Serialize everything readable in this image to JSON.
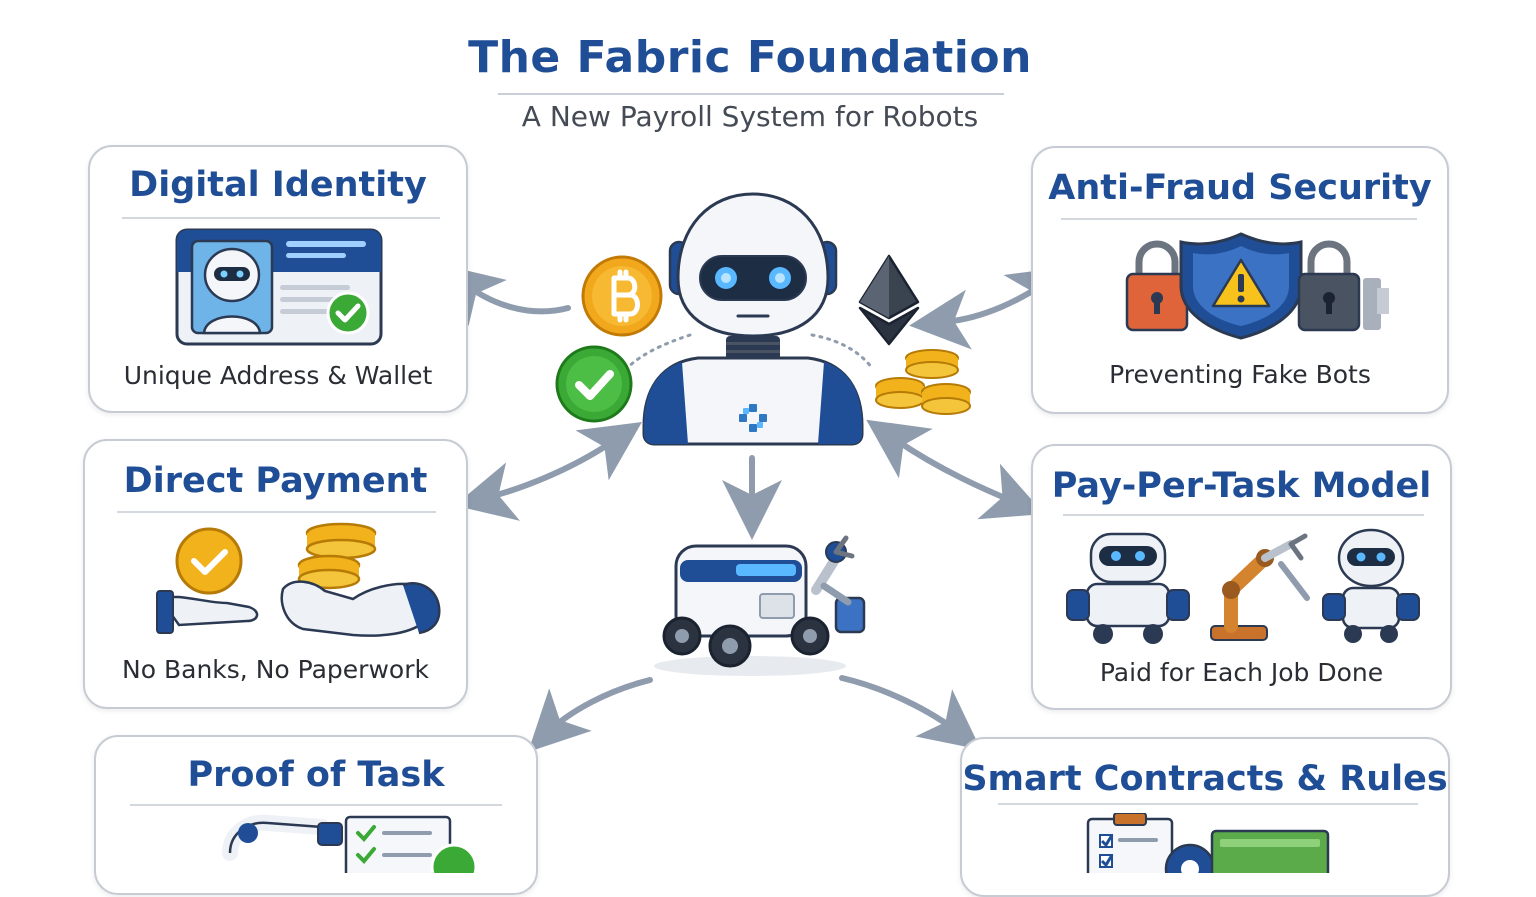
{
  "header": {
    "title": "The Fabric Foundation",
    "subtitle": "A New Payroll System for Robots"
  },
  "cards": [
    {
      "id": "digital-identity",
      "title": "Digital Identity",
      "caption": "Unique Address & Wallet",
      "icon": "robot-id-card-icon"
    },
    {
      "id": "anti-fraud",
      "title": "Anti-Fraud Security",
      "caption": "Preventing Fake Bots",
      "icon": "shield-padlocks-icon"
    },
    {
      "id": "direct-payment",
      "title": "Direct Payment",
      "caption": "No Banks, No Paperwork",
      "icon": "hand-coins-icon"
    },
    {
      "id": "pay-per-task",
      "title": "Pay-Per-Task Model",
      "caption": "Paid for Each Job Done",
      "icon": "worker-robots-icon"
    },
    {
      "id": "proof-of-task",
      "title": "Proof of Task",
      "caption": "",
      "icon": "robot-arm-checklist-icon"
    },
    {
      "id": "smart-contracts",
      "title": "Smart Contracts & Rules",
      "caption": "",
      "icon": "contract-gear-icon"
    }
  ],
  "center": {
    "icons": [
      "robot-head-icon",
      "bitcoin-icon",
      "ethereum-icon",
      "coin-stack-icon",
      "check-circle-icon",
      "delivery-robot-icon"
    ]
  },
  "colors": {
    "title_blue": "#1f4e96",
    "arrow_gray": "#8e9cae",
    "card_border": "#c7ccd4",
    "check_green": "#3aa935",
    "coin_gold": "#f2b21c"
  }
}
